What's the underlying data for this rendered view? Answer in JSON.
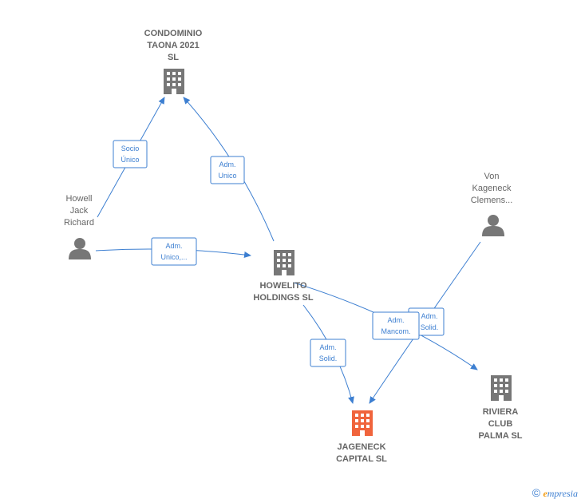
{
  "nodes": [
    {
      "id": "condominio",
      "type": "company",
      "label": [
        "CONDOMINIO",
        "TAONA 2021",
        "SL"
      ],
      "color": "#777777"
    },
    {
      "id": "howell",
      "type": "person",
      "label": [
        "Howell",
        "Jack",
        "Richard"
      ],
      "color": "#777777"
    },
    {
      "id": "howelito",
      "type": "company",
      "label": [
        "HOWELITO",
        "HOLDINGS  SL"
      ],
      "color": "#777777"
    },
    {
      "id": "von",
      "type": "person",
      "label": [
        "Von",
        "Kageneck",
        "Clemens..."
      ],
      "color": "#777777"
    },
    {
      "id": "jageneck",
      "type": "company",
      "label": [
        "JAGENECK",
        "CAPITAL  SL"
      ],
      "color": "#f0643c"
    },
    {
      "id": "riviera",
      "type": "company",
      "label": [
        "RIVIERA",
        "CLUB",
        "PALMA  SL"
      ],
      "color": "#777777"
    }
  ],
  "edges": [
    {
      "id": "howell-condominio",
      "label": [
        "Socio",
        "Único"
      ]
    },
    {
      "id": "howelito-condominio",
      "label": [
        "Adm.",
        "Unico"
      ]
    },
    {
      "id": "howell-howelito",
      "label": [
        "Adm.",
        "Unico,..."
      ]
    },
    {
      "id": "howelito-jageneck",
      "label": [
        "Adm.",
        "Solid."
      ]
    },
    {
      "id": "von-jageneck",
      "label": [
        "Adm.",
        "Solid."
      ]
    },
    {
      "id": "howelito-riviera",
      "label": [
        "Adm.",
        "Mancom."
      ]
    }
  ],
  "footer": {
    "copyright": "©",
    "brand_e": "e",
    "brand_rest": "mpresia"
  },
  "colors": {
    "edge": "#3d7fd1",
    "node": "#777777",
    "target": "#f0643c"
  }
}
